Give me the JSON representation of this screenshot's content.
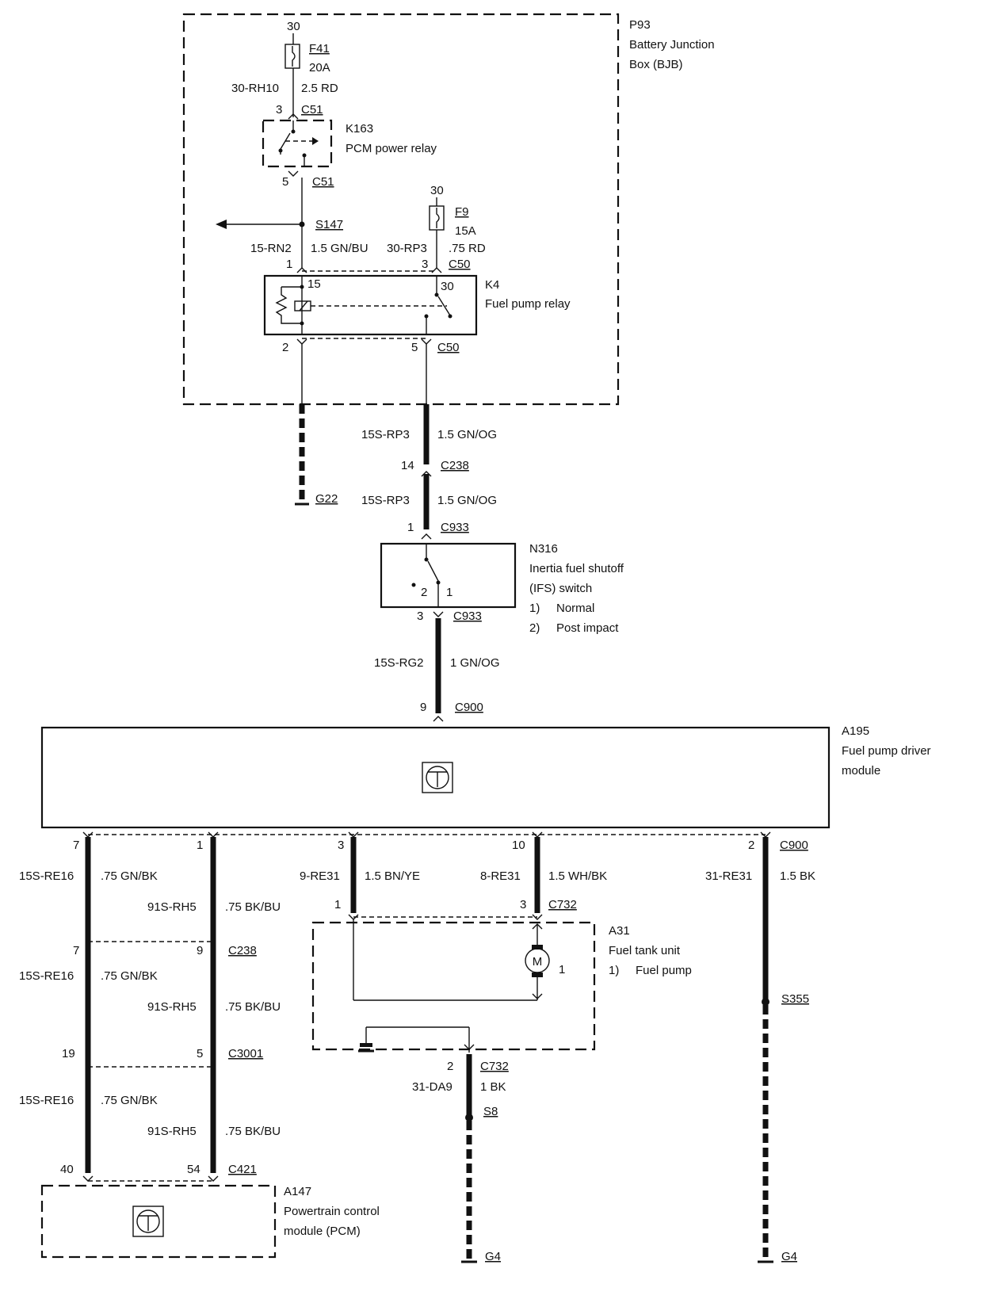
{
  "components": {
    "bjb": {
      "id": "P93",
      "name_line1": "Battery Junction",
      "name_line2": "Box (BJB)"
    },
    "f41": {
      "pin": "30",
      "id": "F41",
      "rating": "20A"
    },
    "f9": {
      "pin": "30",
      "id": "F9",
      "rating": "15A"
    },
    "k163": {
      "id": "K163",
      "name": "PCM power relay"
    },
    "k4": {
      "id": "K4",
      "name": "Fuel pump relay",
      "pin_15": "15",
      "pin_30": "30"
    },
    "n316": {
      "id": "N316",
      "name_line1": "Inertia fuel shutoff",
      "name_line2": "(IFS) switch",
      "note1_num": "1)",
      "note1_text": "Normal",
      "note2_num": "2)",
      "note2_text": "Post impact",
      "pos2": "2",
      "pos1": "1"
    },
    "a195": {
      "id": "A195",
      "name_line1": "Fuel pump driver",
      "name_line2": "module"
    },
    "a31": {
      "id": "A31",
      "name": "Fuel tank unit",
      "note_num": "1)",
      "note_text": "Fuel pump",
      "motor_label": "M",
      "motor_ref": "1"
    },
    "a147": {
      "id": "A147",
      "name_line1": "Powertrain control",
      "name_line2": "module (PCM)"
    }
  },
  "connectors": {
    "c51_top": {
      "pin": "3",
      "id": "C51"
    },
    "c51_bot": {
      "pin": "5",
      "id": "C51"
    },
    "c50_top_left_pin": "1",
    "c50_top": {
      "pin": "3",
      "id": "C50"
    },
    "c50_bot_left_pin": "2",
    "c50_bot": {
      "pin": "5",
      "id": "C50"
    },
    "c238_top": {
      "pin": "14",
      "id": "C238"
    },
    "c933_top": {
      "pin": "1",
      "id": "C933"
    },
    "c933_bot": {
      "pin": "3",
      "id": "C933"
    },
    "c900_top": {
      "pin": "9",
      "id": "C900"
    },
    "c900_bottom_pins": [
      "7",
      "1",
      "3",
      "10",
      "2"
    ],
    "c900_bottom_id": "C900",
    "c732_top": {
      "pin_left": "1",
      "pin_right": "3",
      "id": "C732"
    },
    "c732_bot": {
      "pin": "2",
      "id": "C732"
    },
    "c238_mid": {
      "pin_left": "7",
      "pin_right": "9",
      "id": "C238"
    },
    "c3001": {
      "pin_left": "19",
      "pin_right": "5",
      "id": "C3001"
    },
    "c421": {
      "pin_left": "40",
      "pin_right": "54",
      "id": "C421"
    }
  },
  "splices": {
    "s147": "S147",
    "s355": "S355",
    "s8": "S8"
  },
  "grounds": {
    "g22": "G22",
    "g4_left": "G4",
    "g4_right": "G4"
  },
  "wires": {
    "rh10": {
      "circuit": "30-RH10",
      "spec": "2.5 RD"
    },
    "rn2": {
      "circuit": "15-RN2",
      "spec": "1.5 GN/BU"
    },
    "rp3_top": {
      "circuit": "30-RP3",
      "spec": ".75 RD"
    },
    "rp3_a": {
      "circuit": "15S-RP3",
      "spec": "1.5 GN/OG"
    },
    "rp3_b": {
      "circuit": "15S-RP3",
      "spec": "1.5 GN/OG"
    },
    "rg2": {
      "circuit": "15S-RG2",
      "spec": "1 GN/OG"
    },
    "re16_a": {
      "circuit": "15S-RE16",
      "spec": ".75 GN/BK"
    },
    "rh5_a": {
      "circuit": "91S-RH5",
      "spec": ".75 BK/BU"
    },
    "re16_b": {
      "circuit": "15S-RE16",
      "spec": ".75 GN/BK"
    },
    "rh5_b": {
      "circuit": "91S-RH5",
      "spec": ".75 BK/BU"
    },
    "re16_c": {
      "circuit": "15S-RE16",
      "spec": ".75 GN/BK"
    },
    "rh5_c": {
      "circuit": "91S-RH5",
      "spec": ".75 BK/BU"
    },
    "re31_9": {
      "circuit": "9-RE31",
      "spec": "1.5 BN/YE"
    },
    "re31_8": {
      "circuit": "8-RE31",
      "spec": "1.5 WH/BK"
    },
    "re31_31": {
      "circuit": "31-RE31",
      "spec": "1.5 BK"
    },
    "da9": {
      "circuit": "31-DA9",
      "spec": "1 BK"
    }
  }
}
